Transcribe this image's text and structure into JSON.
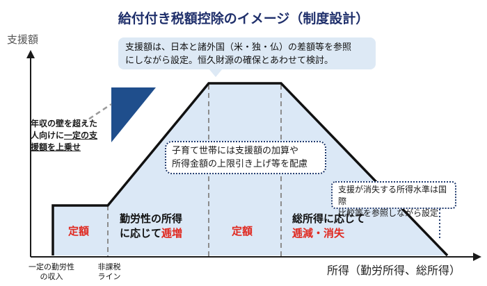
{
  "title": "給付付き税額控除のイメージ（制度設計）",
  "axis": {
    "y_label": "支援額",
    "x_label": "所得（勤労所得、総所得）"
  },
  "callout": {
    "line1": "支援額は、日本と諸外国（米・独・仏）の差額等を参照",
    "line2": "にしながら設定。恒久財源の確保とあわせて検討。"
  },
  "wall_note": {
    "line1": "年収の壁を超えた",
    "line2_pre": "人向けに",
    "line2_ul": "一定の支",
    "line3_ul": "援額を上乗せ"
  },
  "child_note": {
    "line1": "子育て世帯には支援額の加算や",
    "line2": "所得金額の上限引き上げ等を配慮"
  },
  "vanish_note": {
    "line1": "支援が消失する所得水準は国際",
    "line2": "比較等を参照しながら設定"
  },
  "zones": {
    "fixed1": "定額",
    "labor_line1": "勤労性の所得",
    "labor_pre": "に応じて",
    "labor_red": "逓増",
    "fixed2": "定額",
    "total_line1": "総所得に応じて",
    "total_red": "逓減・消失"
  },
  "ticks": {
    "t1_line1": "一定の勤労性",
    "t1_line2": "の収入",
    "t2_line1": "非課税",
    "t2_line2": "ライン"
  },
  "colors": {
    "title": "#1f2f6b",
    "fill": "#dbe8f6",
    "line": "#111111",
    "triangle": "#1f4e8c",
    "accent_red": "#e0281f",
    "dash": "#9a9a9a"
  }
}
